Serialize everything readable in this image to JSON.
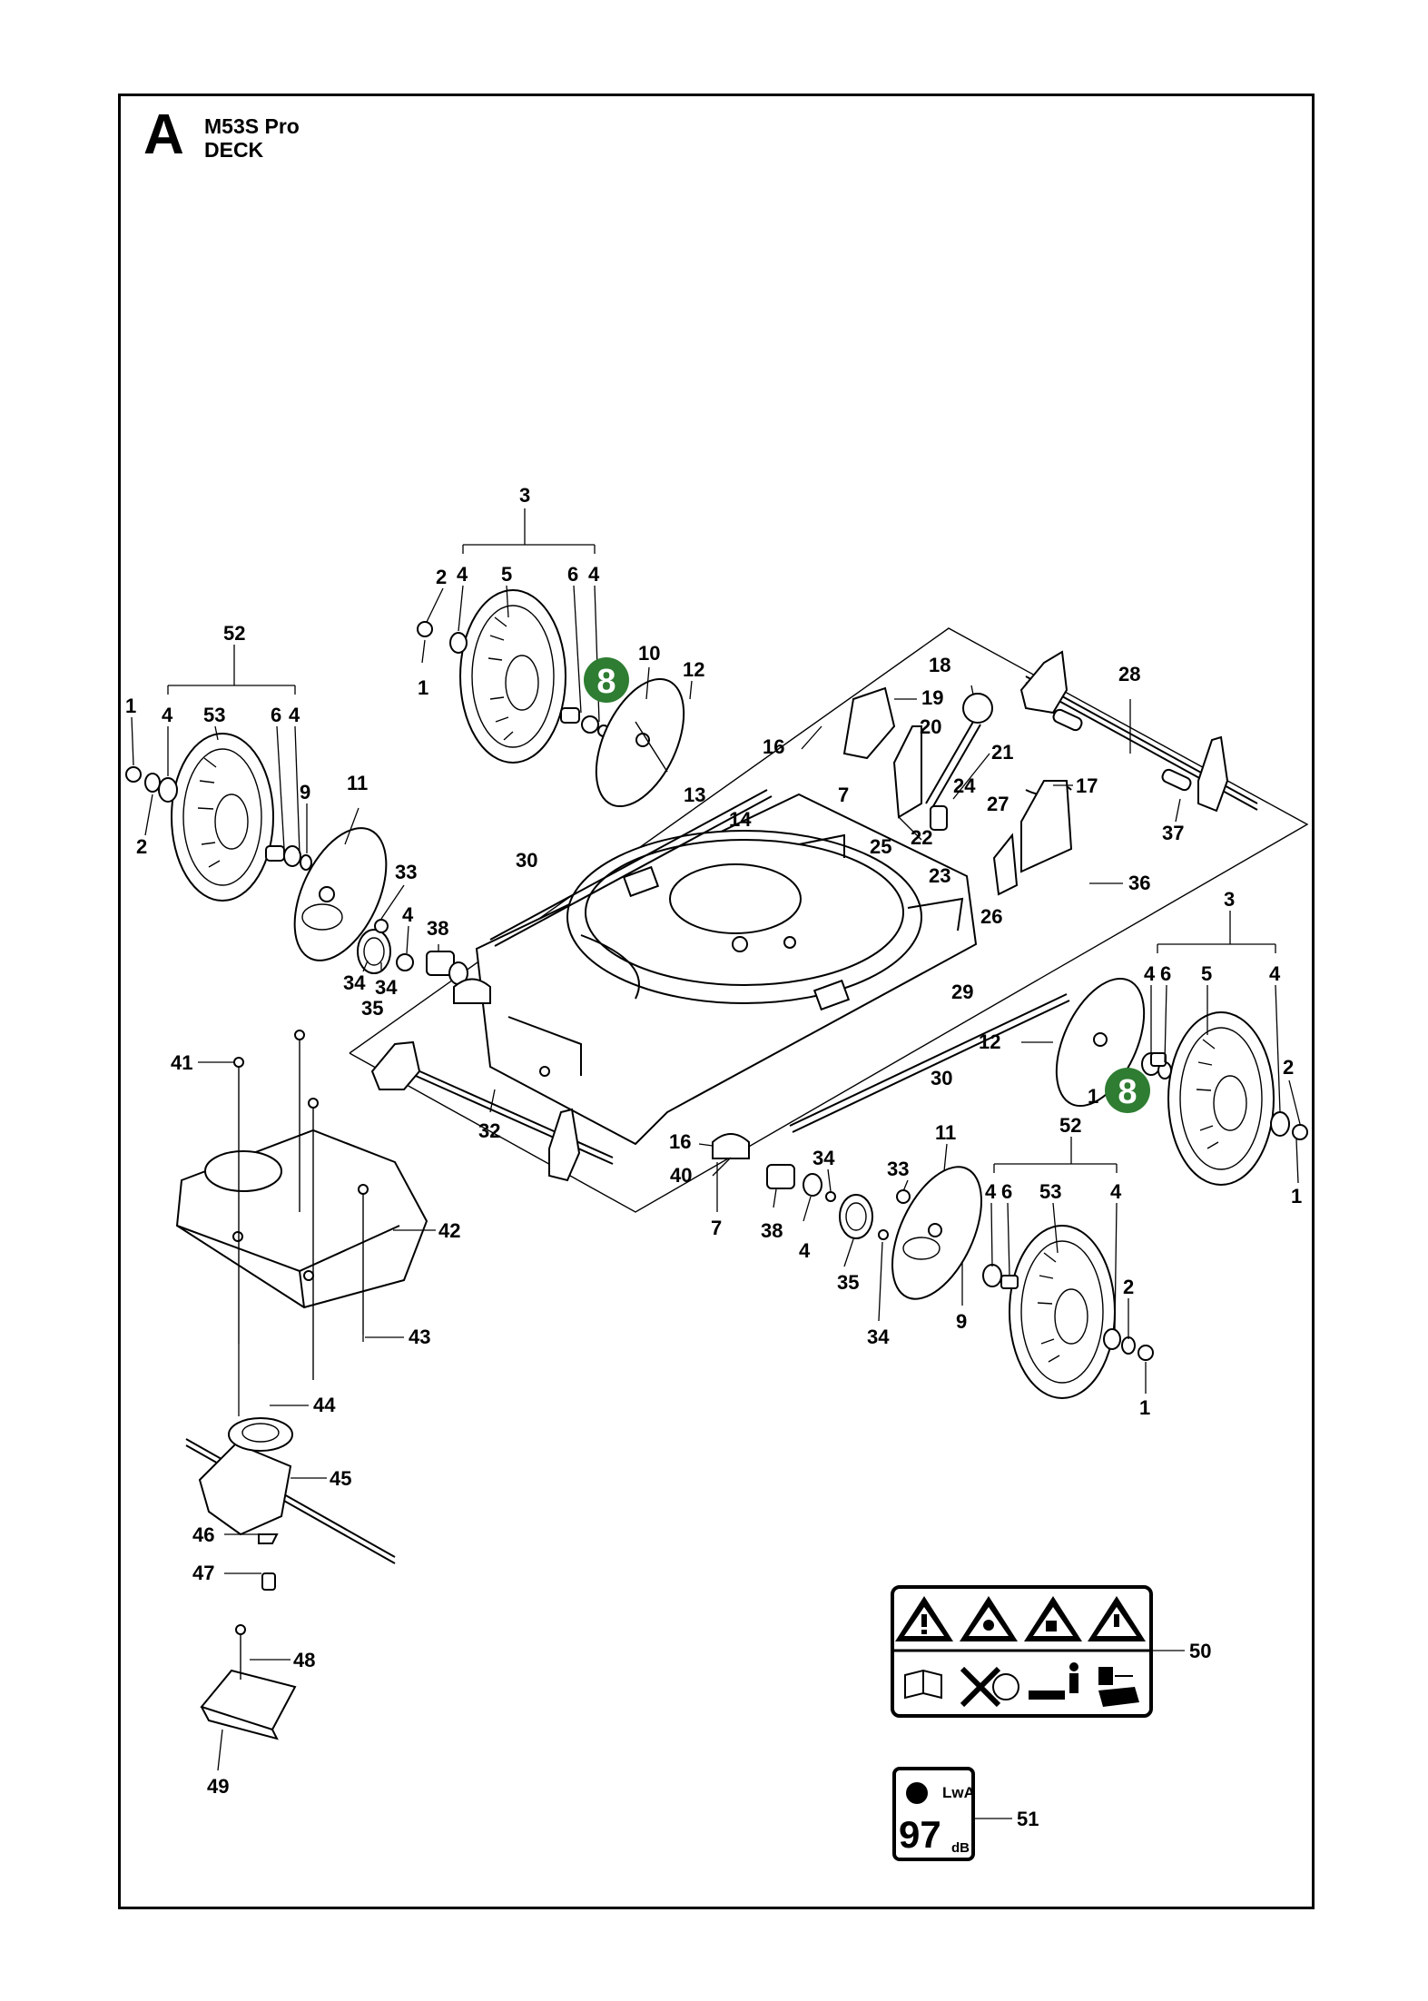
{
  "header": {
    "section_letter": "A",
    "model": "M53S Pro",
    "assembly": "DECK"
  },
  "badges": [
    {
      "label": "8",
      "color": "#2e7d32"
    },
    {
      "label": "8",
      "color": "#2e7d32"
    }
  ],
  "decal_50": {
    "top_row_icons": [
      "warning-triangle-icon",
      "warning-hand-blade-icon",
      "warning-thrown-objects-icon",
      "warning-triangle-text-icon"
    ],
    "bottom_row_icons": [
      "read-manual-icon",
      "no-hands-icon",
      "keep-bystanders-away-icon",
      "disconnect-spark-plug-icon"
    ]
  },
  "decal_51": {
    "value": "97",
    "unit": "dB",
    "symbol": "LwA"
  },
  "callouts": {
    "c3a": "3",
    "c2a": "2",
    "c4a": "4",
    "c5a": "5",
    "c6a": "6",
    "c4b": "4",
    "c1a": "1",
    "c10": "10",
    "c12a": "12",
    "c52a": "52",
    "c1b": "1",
    "c4c": "4",
    "c53a": "53",
    "c6b": "6",
    "c4d": "4",
    "c2b": "2",
    "c9a": "9",
    "c11a": "11",
    "c33a": "33",
    "c4e": "4",
    "c38a": "38",
    "c34a": "34",
    "c34b": "34",
    "c35a": "35",
    "c18": "18",
    "c19": "19",
    "c16a": "16",
    "c20": "20",
    "c21": "21",
    "c28": "28",
    "c13": "13",
    "c14": "14",
    "c7a": "7",
    "c24": "24",
    "c17": "17",
    "c27": "27",
    "c25": "25",
    "c22": "22",
    "c37": "37",
    "c23": "23",
    "c36": "36",
    "c30a": "30",
    "c26": "26",
    "c3b": "3",
    "c4f": "4",
    "c6c": "6",
    "c5b": "5",
    "c4g": "4",
    "c12b": "12",
    "c29": "29",
    "c2c": "2",
    "c1c": "1",
    "c30b": "30",
    "c1d": "1",
    "c41": "41",
    "c32": "32",
    "c16b": "16",
    "c40": "40",
    "c34c": "34",
    "c11b": "11",
    "c52b": "52",
    "c33b": "33",
    "c4h": "4",
    "c6d": "6",
    "c53b": "53",
    "c4i": "4",
    "c7b": "7",
    "c38b": "38",
    "c4j": "4",
    "c35b": "35",
    "c42": "42",
    "c9b": "9",
    "c34d": "34",
    "c2d": "2",
    "c43": "43",
    "c1e": "1",
    "c44": "44",
    "c45": "45",
    "c46": "46",
    "c47": "47",
    "c50": "50",
    "c48": "48",
    "c49": "49",
    "c51": "51"
  }
}
